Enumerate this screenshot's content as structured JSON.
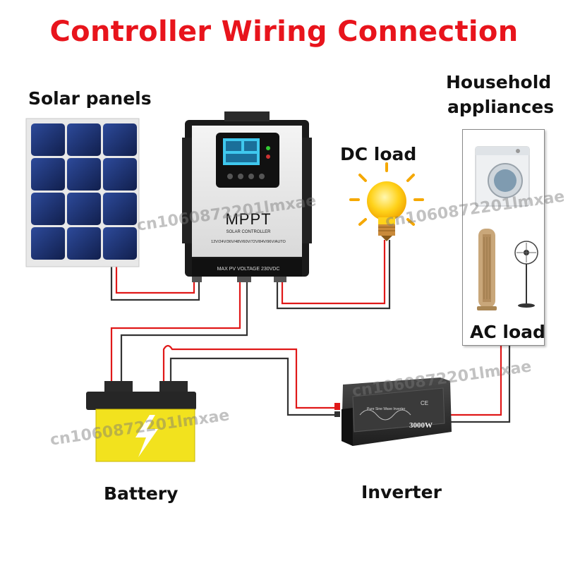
{
  "title": "Controller Wiring Connection",
  "labels": {
    "solar_panels": "Solar panels",
    "household_line1": "Household",
    "household_line2": "appliances",
    "dc_load": "DC load",
    "ac_load": "AC load",
    "battery": "Battery",
    "inverter": "Inverter"
  },
  "controller": {
    "brand": "MPPT",
    "subtitle": "SOLAR CONTROLLER",
    "voltages": "12V/24V/36V/48V/60V/72V/84V/96V/AUTO",
    "bottom_text": "MAX PV VOLTAGE 230VDC"
  },
  "inverter_device": {
    "power": "3000W",
    "model": "Pure Sine Wave Inverter",
    "cert": "CE"
  },
  "watermark": "cn1060872201lmxae",
  "colors": {
    "title": "#e8141c",
    "wire_red": "#e01818",
    "wire_dark": "#333333",
    "battery_yellow": "#f2e21e",
    "panel_cell": "#1b2f6b"
  }
}
